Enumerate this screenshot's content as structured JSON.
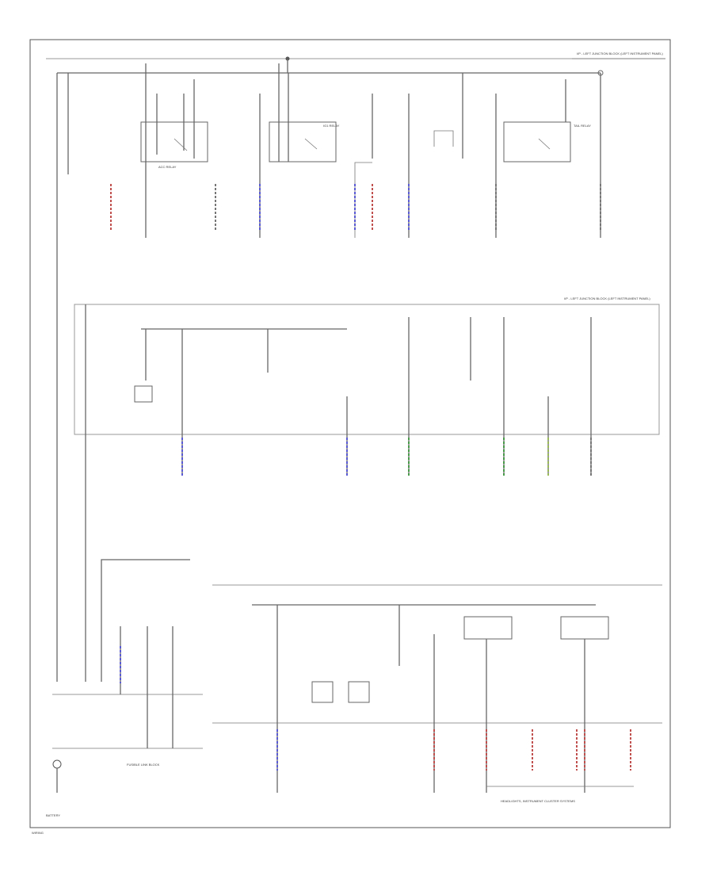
{
  "diagram": {
    "footer_code": "WIRING",
    "labels": {
      "top_right_box": "I/P - LEFT JUNCTION BLOCK (LEFT INSTRUMENT PANEL)",
      "mid_right_box": "I/P - LEFT JUNCTION BLOCK (LEFT INSTRUMENT PANEL)",
      "acc_relay": "ACC RELAY",
      "ig1_relay": "IG1 RELAY",
      "tail_relay": "TAIL RELAY",
      "fusible_link": "FUSIBLE LINK BLOCK",
      "battery": "BATTERY",
      "headlights_cluster": "HEADLIGHTS, INSTRUMENT CLUSTER SYSTEMS"
    },
    "colors": {
      "red": "#c0504d",
      "blue": "#5b5bd6",
      "green": "#4a9d4a",
      "yellow_green": "#9bbb59",
      "gray": "#777777"
    }
  }
}
